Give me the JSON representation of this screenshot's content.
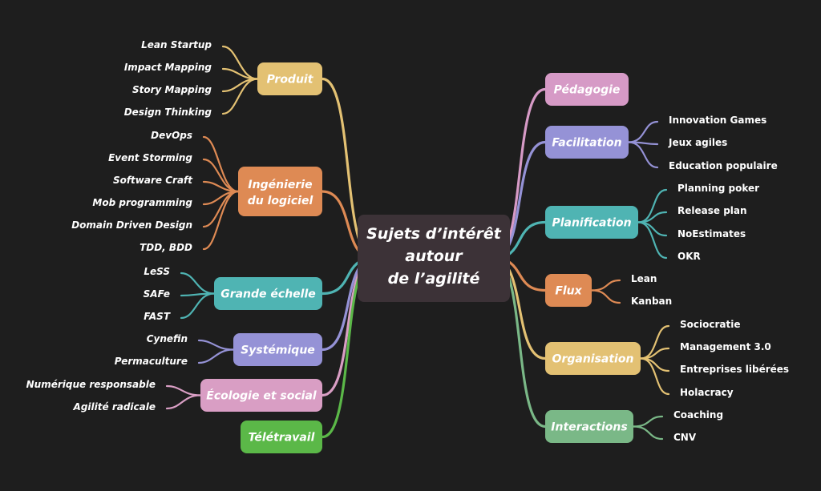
{
  "center": {
    "label": "Sujets d’intérêt autour de l’agilité",
    "lines": [
      "Sujets d’intérêt",
      "autour",
      "de l’agilité"
    ]
  },
  "colors": {
    "background": "#1e1e1e",
    "center_box": "#3c3237",
    "center_text": "#ffffff",
    "leaf_text": "#ffffff",
    "branch_text": "#ffffff",
    "produit": "#e3c173",
    "ingenierie": "#de8a54",
    "grande_echelle": "#4fb4b3",
    "systemique": "#9592d6",
    "ecologie": "#d99ec4",
    "teletravail": "#5bb848",
    "pedagogie": "#d69ac6",
    "facilitation": "#9592d6",
    "planification": "#4fb4b3",
    "flux": "#de8a54",
    "organisation": "#e3c173",
    "interactions": "#7ab887"
  },
  "branches": [
    {
      "id": "produit",
      "label": "Produit",
      "side": "left",
      "children": [
        "Lean Startup",
        "Impact Mapping",
        "Story Mapping",
        "Design Thinking"
      ]
    },
    {
      "id": "ingenierie",
      "label": "Ingénierie du logiciel",
      "lines": [
        "Ingénierie",
        "du logiciel"
      ],
      "side": "left",
      "children": [
        "DevOps",
        "Event Storming",
        "Software Craft",
        "Mob programming",
        "Domain Driven Design",
        "TDD, BDD"
      ]
    },
    {
      "id": "grande_echelle",
      "label": "Grande échelle",
      "side": "left",
      "children": [
        "LeSS",
        "SAFe",
        "FAST"
      ]
    },
    {
      "id": "systemique",
      "label": "Systémique",
      "side": "left",
      "children": [
        "Cynefin",
        "Permaculture"
      ]
    },
    {
      "id": "ecologie",
      "label": "Écologie et social",
      "side": "left",
      "children": [
        "Numérique responsable",
        "Agilité radicale"
      ]
    },
    {
      "id": "teletravail",
      "label": "Télétravail",
      "side": "left",
      "children": []
    },
    {
      "id": "pedagogie",
      "label": "Pédagogie",
      "side": "right",
      "children": []
    },
    {
      "id": "facilitation",
      "label": "Facilitation",
      "side": "right",
      "children": [
        "Innovation Games",
        "Jeux agiles",
        "Education populaire"
      ]
    },
    {
      "id": "planification",
      "label": "Planification",
      "side": "right",
      "children": [
        "Planning poker",
        "Release plan",
        "NoEstimates",
        "OKR"
      ]
    },
    {
      "id": "flux",
      "label": "Flux",
      "side": "right",
      "children": [
        "Lean",
        "Kanban"
      ]
    },
    {
      "id": "organisation",
      "label": "Organisation",
      "side": "right",
      "children": [
        "Sociocratie",
        "Management 3.0",
        "Entreprises libérées",
        "Holacracy"
      ]
    },
    {
      "id": "interactions",
      "label": "Interactions",
      "side": "right",
      "children": [
        "Coaching",
        "CNV"
      ]
    }
  ]
}
